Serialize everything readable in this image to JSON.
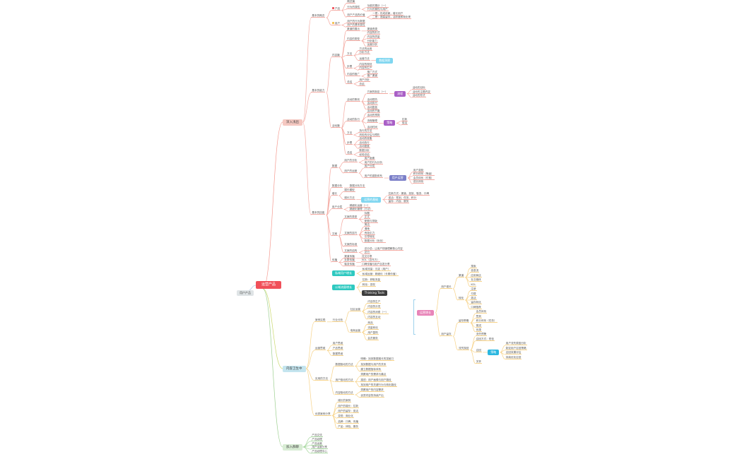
{
  "mindmap": {
    "root": {
      "text": "运营产品",
      "color": "#f0505a"
    },
    "left": {
      "text": "用户产品"
    },
    "branches": [
      {
        "text": "深入浅出",
        "bg": "#f5c8c1",
        "line": "#f4aaa2",
        "children": [
          {
            "text": "基本的概念",
            "children": [
              {
                "text": "产品",
                "dot": "#f0505a",
                "children": [
                  {
                    "text": "概念篇"
                  },
                  {
                    "text": "行为的属性",
                    "children": [
                      {
                        "text": "功能的展示（一）"
                      },
                      {
                        "text": "行为的属性与用户"
                      }
                    ]
                  },
                  {
                    "text": "用户产品的价值",
                    "children": [
                      {
                        "text": "一是：形成依赖，增长用户"
                      },
                      {
                        "text": "二是：提高留存，活跃度和转化率"
                      }
                    ]
                  }
                ]
              },
              {
                "text": "用户",
                "dot": "#f5c04a",
                "children": [
                  {
                    "text": "用户的行为数据"
                  },
                  {
                    "text": "用户的基本属性"
                  }
                ]
              }
            ]
          },
          {
            "text": "基本的能力",
            "children": [
              {
                "text": "内容篇",
                "children": [
                  {
                    "text": "渠道的展示",
                    "children": [
                      {
                        "text": "渠道资源"
                      }
                    ]
                  },
                  {
                    "text": "内容的类型",
                    "children": [
                      {
                        "text": "内容的形式"
                      },
                      {
                        "text": "内容的质量"
                      },
                      {
                        "text": "分析能力"
                      },
                      {
                        "text": "运营分析"
                      }
                    ]
                  },
                  {
                    "text": "方法",
                    "children": [
                      {
                        "text": "方法的运用"
                      },
                      {
                        "text": "分析方法"
                      },
                      {
                        "text": "运营方法",
                        "children": [
                          {
                            "text": "数据洞察",
                            "badge": "#7fd6f0"
                          }
                        ]
                      }
                    ]
                  },
                  {
                    "text": "步骤",
                    "children": [
                      {
                        "text": "内容的规划"
                      },
                      {
                        "text": "内容的生产"
                      }
                    ]
                  },
                  {
                    "text": "内容的推广",
                    "children": [
                      {
                        "text": "推广方式"
                      },
                      {
                        "text": "推广渠道"
                      }
                    ]
                  },
                  {
                    "text": "总结",
                    "children": [
                      {
                        "text": "用户分析"
                      },
                      {
                        "text": "总结"
                      }
                    ]
                  }
                ]
              },
              {
                "text": "活动篇",
                "children": [
                  {
                    "text": "活动的策划",
                    "children": [
                      {
                        "text": "方案的制定（一）",
                        "children": [
                          {
                            "text": "流程",
                            "badge": "#a95fc6",
                            "children": [
                              {
                                "text": "活动的目标"
                              },
                              {
                                "text": "活动的主题内容"
                              },
                              {
                                "text": "活动的形式"
                              }
                            ]
                          }
                        ]
                      },
                      {
                        "text": "活动预热"
                      },
                      {
                        "text": "活动执行"
                      },
                      {
                        "text": "活动复盘"
                      }
                    ]
                  },
                  {
                    "text": "活动的执行",
                    "children": [
                      {
                        "text": "活动的节奏"
                      },
                      {
                        "text": "活动的预算"
                      },
                      {
                        "text": "流程管理",
                        "children": [
                          {
                            "text": "策略",
                            "badge": "#a95fc6",
                            "children": [
                              {
                                "text": "拉新"
                              },
                              {
                                "text": "促活"
                              }
                            ]
                          }
                        ]
                      },
                      {
                        "text": "活动时间"
                      }
                    ]
                  },
                  {
                    "text": "方法",
                    "children": [
                      {
                        "text": "执行的方法"
                      },
                      {
                        "text": "风险的评估与预防"
                      }
                    ]
                  },
                  {
                    "text": "步骤",
                    "children": [
                      {
                        "text": "活动的准备"
                      },
                      {
                        "text": "活动执行"
                      },
                      {
                        "text": "活动复盘"
                      }
                    ]
                  },
                  {
                    "text": "总结",
                    "children": [
                      {
                        "text": "数据分析"
                      },
                      {
                        "text": "经验总结"
                      }
                    ]
                  }
                ]
              }
            ]
          },
          {
            "text": "基本的技能",
            "children": [
              {
                "text": "数据",
                "children": [
                  {
                    "text": "用户的分析",
                    "children": [
                      {
                        "text": "用户画像"
                      },
                      {
                        "text": "用户的行为分析"
                      }
                    ]
                  },
                  {
                    "text": "用户的运营",
                    "children": [
                      {
                        "text": "用户分层"
                      },
                      {
                        "text": "用户的激励体系",
                        "children": [
                          {
                            "text": "用户运营",
                            "badge": "#7b7fc8",
                            "children": [
                              {
                                "text": "用户激励"
                              },
                              {
                                "text": "积分体系（等级）"
                              },
                              {
                                "text": "会员体系（付费）"
                              },
                              {
                                "text": "成长体系"
                              }
                            ]
                          }
                        ]
                      }
                    ]
                  }
                ]
              },
              {
                "text": "数据分析",
                "children": [
                  {
                    "text": "数据分析方法"
                  }
                ]
              },
              {
                "text": "增长",
                "children": [
                  {
                    "text": "增长模型"
                  },
                  {
                    "text": "增长方法",
                    "children": [
                      {
                        "text": "运营的基础",
                        "badge": "#7fd6f0",
                        "children": [
                          {
                            "text": "拉新方式：渠道、投放、裂变、口碑"
                          },
                          {
                            "text": "促活：签到、任务、积分"
                          },
                          {
                            "text": "留存：内容、服务"
                          }
                        ]
                      }
                    ]
                  }
                ]
              },
              {
                "text": "用户分层",
                "children": [
                  {
                    "text": "精细化运营（一）"
                  },
                  {
                    "text": "精细化管理（方法）"
                  }
                ]
              },
              {
                "text": "文案",
                "children": [
                  {
                    "text": "文案的类型",
                    "children": [
                      {
                        "text": "标题"
                      },
                      {
                        "text": "正文"
                      },
                      {
                        "text": "配图与排版"
                      }
                    ]
                  },
                  {
                    "text": "文案的技巧",
                    "children": [
                      {
                        "text": "简洁"
                      },
                      {
                        "text": "清晰"
                      },
                      {
                        "text": "有吸引力"
                      },
                      {
                        "text": "引导转化"
                      },
                      {
                        "text": "数据分析（优化）"
                      }
                    ]
                  },
                  {
                    "text": "文案的标准"
                  },
                  {
                    "text": "文案的结构",
                    "children": [
                      {
                        "text": "总分总：让用户快速理解核心内容"
                      },
                      {
                        "text": "总分"
                      }
                    ]
                  }
                ]
              },
              {
                "text": "传播",
                "children": [
                  {
                    "text": "渠道传播",
                    "children": [
                      {
                        "text": "社交分享"
                      }
                    ]
                  },
                  {
                    "text": "社群传播",
                    "children": [
                      {
                        "text": "KOL（合作方）"
                      }
                    ]
                  },
                  {
                    "text": "裂变传播",
                    "children": [
                      {
                        "text": "口碑传播与用户自发分享"
                      }
                    ]
                  }
                ]
              }
            ]
          }
        ]
      },
      {
        "text": "内容卫生中",
        "bg": "#c4e5ef",
        "line": "#f7d38a",
        "children": [
          {
            "text": "案例实践",
            "children": [
              {
                "text": "行业分析",
                "children": [
                  {
                    "text": "社区运营",
                    "children": [
                      {
                        "text": "内容的生产"
                      },
                      {
                        "text": "内容的分发"
                      },
                      {
                        "text": "内容的消费（一）"
                      },
                      {
                        "text": "内容的互动"
                      }
                    ]
                  },
                  {
                    "text": "电商运营",
                    "children": [
                      {
                        "text": "商品"
                      },
                      {
                        "text": "流量转化"
                      },
                      {
                        "text": "用户复购"
                      },
                      {
                        "text": "会员服务"
                      }
                    ]
                  }
                ]
              }
            ]
          },
          {
            "text": "运营思维",
            "children": [
              {
                "text": "用户思维"
              },
              {
                "text": "产品思维"
              },
              {
                "text": "数据思维"
              }
            ]
          },
          {
            "text": "实用的方法",
            "children": [
              {
                "text": "数据驱动的方法",
                "children": [
                  {
                    "text": "明确：找到数据增长的突破口"
                  },
                  {
                    "text": "找到数据与用户的关系"
                  },
                  {
                    "text": "建立数据指标体系"
                  }
                ]
              },
              {
                "text": "用户驱动的方法",
                "children": [
                  {
                    "text": "洞察用户的需求与痛点"
                  },
                  {
                    "text": "描述：用户画像与用户路径"
                  },
                  {
                    "text": "找到用户的关键行为与转化路径"
                  }
                ]
              },
              {
                "text": "内容驱动的方法",
                "children": [
                  {
                    "text": "洞察用户的内容需求"
                  },
                  {
                    "text": "优质内容的持续产出"
                  }
                ]
              }
            ]
          },
          {
            "text": "优秀案例分享",
            "children": [
              {
                "text": "增长的案例"
              },
              {
                "text": "用户的增长：拉新"
              },
              {
                "text": "用户的留存：促活"
              },
              {
                "text": "变现：商业化"
              },
              {
                "text": "品牌：口碑、传播"
              },
              {
                "text": "产品：体验、服务"
              }
            ]
          }
        ]
      },
      {
        "text": "加入群聊",
        "bg": "#d8ecd4",
        "line": "#a8d8a0",
        "children": [
          {
            "text": "产品交流"
          },
          {
            "text": "产品经理"
          },
          {
            "text": "产品运营"
          },
          {
            "text": "用户运营分享"
          },
          {
            "text": "产品经理中心"
          }
        ]
      }
    ],
    "side_badges": [
      {
        "text": "私域用户增长",
        "badge": "#2ec9c0",
        "children": [
          {
            "text": "私域流量：沉淀（用户）"
          },
          {
            "text": "私域运营：精细化（长期价值）"
          }
        ]
      },
      {
        "text": "公域流量增长",
        "badge": "#2ec9c0",
        "children": [
          {
            "text": "拉新：获取流量"
          },
          {
            "text": "转化：变现"
          },
          {
            "text": "Thinking Tools",
            "badge": "#3d3d3d"
          }
        ]
      }
    ],
    "growth": {
      "text": "运营增长",
      "badge": "#e884b8",
      "line": "#f7d38a",
      "children": [
        {
          "text": "用户增长",
          "children": [
            {
              "text": "渠道",
              "children": [
                {
                  "text": "搜索"
                },
                {
                  "text": "信息流"
                },
                {
                  "text": "应用商店"
                },
                {
                  "text": "社交媒体"
                },
                {
                  "text": "KOL"
                }
              ]
            },
            {
              "text": "转化",
              "children": [
                {
                  "text": "注册"
                },
                {
                  "text": "付费"
                },
                {
                  "text": "激活"
                },
                {
                  "text": "留存转化"
                },
                {
                  "text": "口碑推荐"
                }
              ]
            }
          ]
        },
        {
          "text": "用户留存",
          "children": [
            {
              "text": "留存策略",
              "children": [
                {
                  "text": "会员体系"
                },
                {
                  "text": "签到"
                },
                {
                  "text": "积分体系（任务）"
                },
                {
                  "text": "推送"
                },
                {
                  "text": "优惠"
                }
              ]
            },
            {
              "text": "流失挽回",
              "children": [
                {
                  "text": "流失预警"
                },
                {
                  "text": "召回方式：短信"
                },
                {
                  "text": "召回",
                  "children": [
                    {
                      "text": "策略",
                      "badge": "#2bb7e0",
                      "children": [
                        {
                          "text": "用户流失原因分析"
                        },
                        {
                          "text": "制定用户召回策略"
                        },
                        {
                          "text": "召回效果评估"
                        },
                        {
                          "text": "持续优化召回"
                        }
                      ]
                    }
                  ]
                },
                {
                  "text": "关怀"
                }
              ]
            }
          ]
        }
      ]
    }
  }
}
